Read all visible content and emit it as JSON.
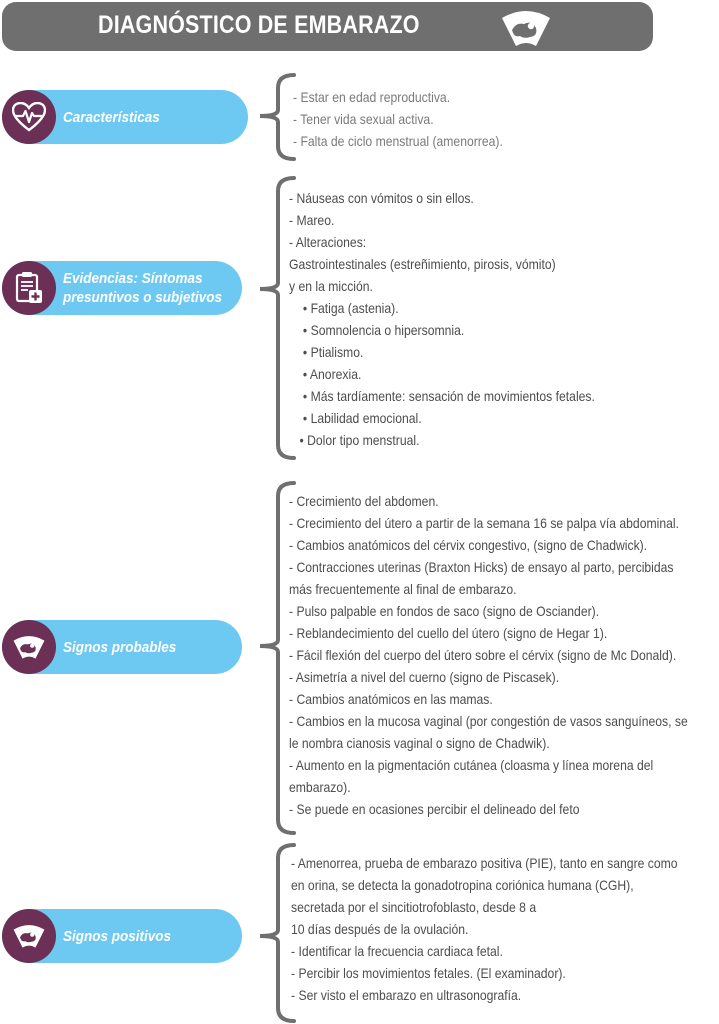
{
  "title": "DIAGNÓSTICO DE EMBARAZO",
  "colors": {
    "title_bar": "#6f6f70",
    "pill": "#6ec9f2",
    "icon_circle": "#6c2f55",
    "bracket": "#6f6f70",
    "text": "#4d4d4d"
  },
  "sections": [
    {
      "label": "Características",
      "icon": "heart-pulse-icon",
      "items": [
        "- Estar en edad reproductiva.",
        "- Tener vida sexual activa.",
        "- Falta de ciclo menstrual (amenorrea)."
      ]
    },
    {
      "label_line1": "Evidencias: Síntomas",
      "label_line2": "presuntivos o subjetivos",
      "icon": "medical-clipboard-icon",
      "items": [
        "- Náuseas con vómitos o sin ellos.",
        "- Mareo.",
        "- Alteraciones:",
        "Gastrointestinales (estreñimiento, pirosis, vómito)",
        "y en la micción.",
        "• Fatiga (astenia).",
        "• Somnolencia o hipersomnia.",
        "• Ptialismo.",
        "• Anorexia.",
        "• Más tardíamente: sensación de movimientos fetales.",
        "• Labilidad emocional.",
        "• Dolor tipo menstrual."
      ]
    },
    {
      "label": "Signos probables",
      "icon": "ultrasound-fetus-icon",
      "items": [
        "- Crecimiento del abdomen.",
        "- Crecimiento del útero a partir de la semana 16 se palpa vía abdominal.",
        "- Cambios anatómicos del cérvix congestivo, (signo de Chadwick).",
        "- Contracciones uterinas (Braxton Hicks) de ensayo al parto, percibidas",
        "más frecuentemente al final de embarazo.",
        "- Pulso palpable en fondos de saco (signo de Osciander).",
        "- Reblandecimiento del cuello del útero (signo de Hegar 1).",
        "- Fácil flexión del cuerpo del útero sobre el cérvix (signo de Mc Donald).",
        "- Asimetría a nivel del cuerno (signo de Piscasek).",
        "- Cambios anatómicos en las mamas.",
        "- Cambios en la mucosa vaginal (por congestión de vasos sanguíneos, se",
        "le nombra cianosis vaginal o signo de Chadwik).",
        "- Aumento en la pigmentación cutánea (cloasma y línea morena del",
        "embarazo).",
        "- Se puede en ocasiones percibir el delineado del feto"
      ]
    },
    {
      "label": "Signos positivos",
      "icon": "ultrasound-fetus-icon",
      "items": [
        "- Amenorrea, prueba de embarazo positiva (PIE), tanto en sangre como",
        "en orina, se detecta la gonadotropina coriónica humana (CGH),",
        "secretada por el sincitiotrofoblasto, desde 8 a",
        "10 días después de la ovulación.",
        "- Identificar la frecuencia cardiaca fetal.",
        "- Percibir los movimientos fetales. (El examinador).",
        "- Ser visto el embarazo en ultrasonografía."
      ]
    }
  ]
}
